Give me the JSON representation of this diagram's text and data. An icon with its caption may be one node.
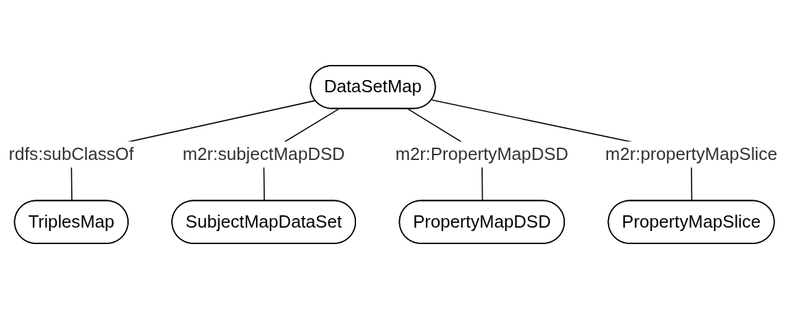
{
  "diagram": {
    "nodes": [
      {
        "text": [
          "DataSetMap"
        ]
      },
      {
        "text": [
          "TriplesMap"
        ]
      },
      {
        "text": [
          "SubjectMapDataSet"
        ]
      },
      {
        "text": [
          "PropertyMapDSD"
        ]
      },
      {
        "text": [
          "PropertyMapSlice"
        ]
      }
    ],
    "edges": [
      {
        "from": 0,
        "to": 1,
        "arrow": "none",
        "label": "rdfs:subClassOf"
      },
      {
        "from": 0,
        "to": 2,
        "arrow": "none",
        "label": "m2r:subjectMapDSD"
      },
      {
        "from": 0,
        "to": 3,
        "arrow": "none",
        "label": "m2r:PropertyMapDSD"
      },
      {
        "from": 0,
        "to": 4,
        "arrow": "none",
        "label": "m2r:propertyMapSlice"
      }
    ]
  }
}
